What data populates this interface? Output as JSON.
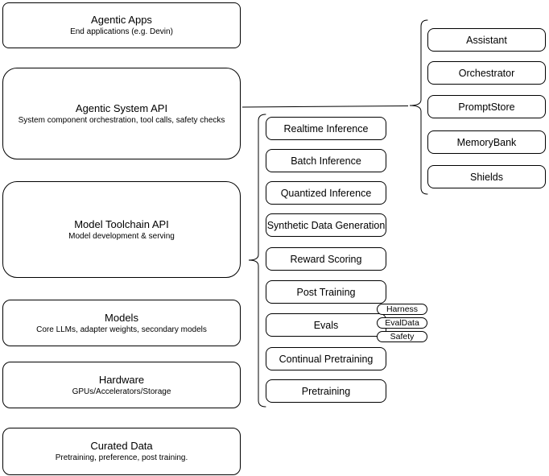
{
  "colors": {
    "stroke": "#000000",
    "background": "#ffffff"
  },
  "layers": [
    {
      "title": "Agentic Apps",
      "subtitle": "End applications (e.g. Devin)"
    },
    {
      "title": "Agentic System API",
      "subtitle": "System component orchestration, tool calls, safety checks"
    },
    {
      "title": "Model Toolchain API",
      "subtitle": "Model development & serving"
    },
    {
      "title": "Models",
      "subtitle": "Core LLMs, adapter weights, secondary models"
    },
    {
      "title": "Hardware",
      "subtitle": "GPUs/Accelerators/Storage"
    },
    {
      "title": "Curated Data",
      "subtitle": "Pretraining, preference, post training."
    }
  ],
  "toolchain_items": [
    "Realtime Inference",
    "Batch Inference",
    "Quantized Inference",
    "Synthetic Data Generation",
    "Reward Scoring",
    "Post Training",
    "Evals",
    "Continual Pretraining",
    "Pretraining"
  ],
  "eval_tags": [
    "Harness",
    "EvalData",
    "Safety"
  ],
  "system_components": [
    "Assistant",
    "Orchestrator",
    "PromptStore",
    "MemoryBank",
    "Shields"
  ]
}
